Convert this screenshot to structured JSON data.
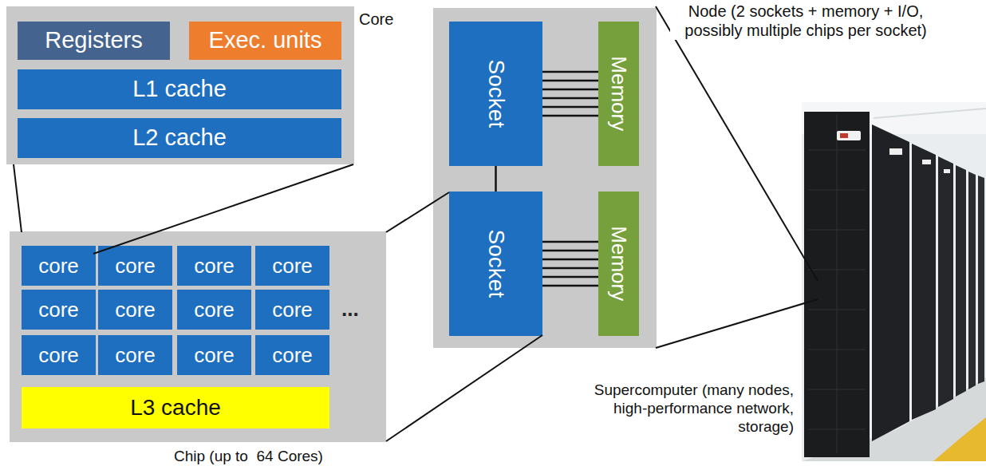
{
  "diagram": {
    "nodes": [
      {
        "text": [
          "Core"
        ]
      },
      {
        "text": [
          "Registers"
        ],
        "in": 0
      },
      {
        "text": [
          "Exec. units"
        ],
        "in": 0
      },
      {
        "text": [
          "L1 cache"
        ],
        "in": 0
      },
      {
        "text": [
          "L2 cache"
        ],
        "in": 0
      },
      {
        "text": [
          "Chip (up to  64 Cores)"
        ]
      },
      {
        "text": [
          "core"
        ],
        "in": 5
      },
      {
        "text": [
          "core"
        ],
        "in": 5
      },
      {
        "text": [
          "core"
        ],
        "in": 5
      },
      {
        "text": [
          "core"
        ],
        "in": 5
      },
      {
        "text": [
          "core"
        ],
        "in": 5
      },
      {
        "text": [
          "core"
        ],
        "in": 5
      },
      {
        "text": [
          "core"
        ],
        "in": 5
      },
      {
        "text": [
          "core"
        ],
        "in": 5
      },
      {
        "text": [
          "core"
        ],
        "in": 5
      },
      {
        "text": [
          "core"
        ],
        "in": 5
      },
      {
        "text": [
          "core"
        ],
        "in": 5
      },
      {
        "text": [
          "core"
        ],
        "in": 5
      },
      {
        "text": [
          "L3 cache"
        ],
        "in": 5
      },
      {
        "text": [
          "Node (2 sockets + memory + I/O, possibly multiple chips per socket)"
        ]
      },
      {
        "text": [
          "Socket"
        ],
        "in": 19
      },
      {
        "text": [
          "Memory"
        ],
        "in": 19
      },
      {
        "text": [
          "Socket"
        ],
        "in": 19
      },
      {
        "text": [
          "Memory"
        ],
        "in": 19
      },
      {
        "text": [
          "Supercomputer (many nodes, high-performance network, storage)"
        ]
      }
    ],
    "edges": [
      {
        "from": 20,
        "to": 21,
        "arrow": "none"
      },
      {
        "from": 22,
        "to": 23,
        "arrow": "none"
      },
      {
        "from": 20,
        "to": 22,
        "arrow": "none"
      }
    ],
    "labels": [
      "..."
    ]
  }
}
